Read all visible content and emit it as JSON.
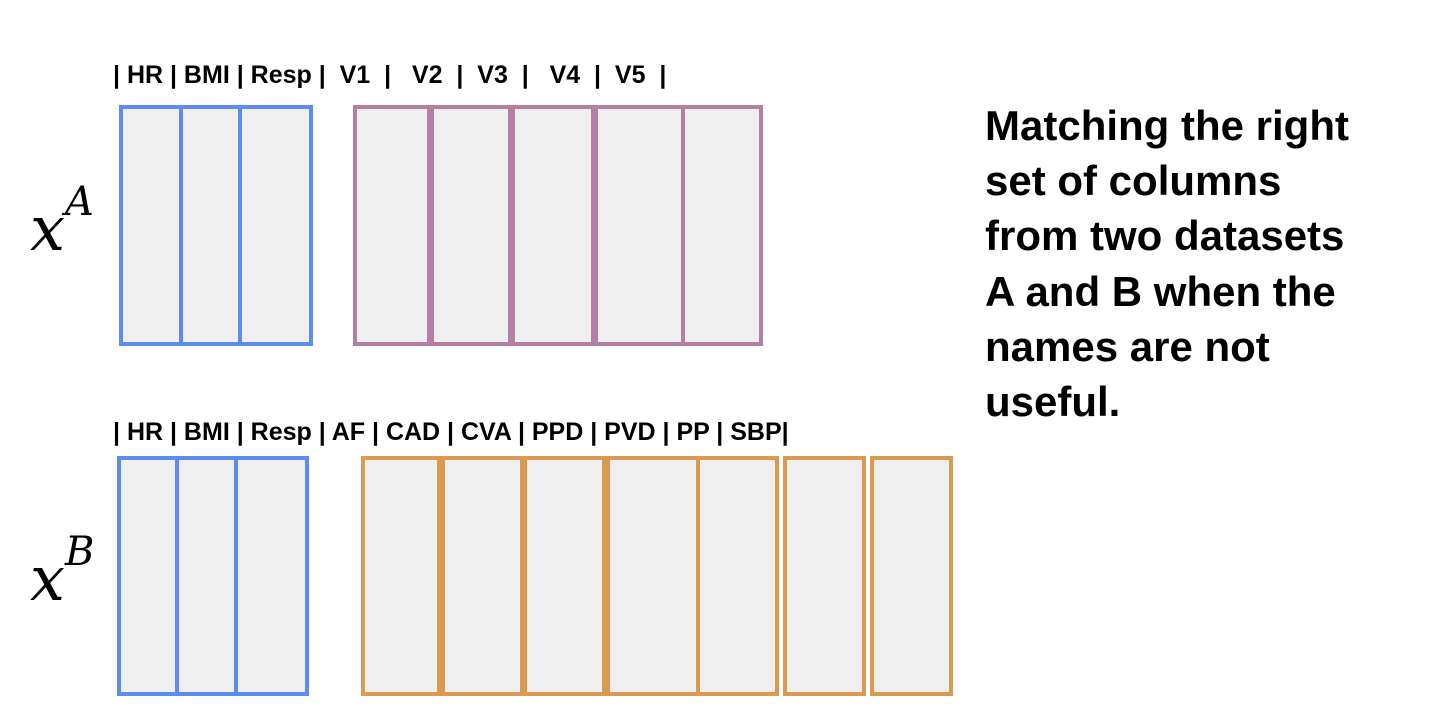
{
  "colors": {
    "shared": "#5b8def",
    "private_a": "#b57fa3",
    "private_b": "#dc9a50",
    "cell_fill": "#efefef"
  },
  "dataset_a": {
    "symbol": "x",
    "superscript": "A",
    "header": "| HR | BMI | Resp |  V1  |   V2  |  V3  |   V4  |  V5  |",
    "shared_columns": [
      "HR",
      "BMI",
      "Resp"
    ],
    "private_columns": [
      "V1",
      "V2",
      "V3",
      "V4",
      "V5"
    ]
  },
  "dataset_b": {
    "symbol": "x",
    "superscript": "B",
    "header": "| HR | BMI | Resp | AF | CAD | CVA | PPD | PVD | PP | SBP|",
    "shared_columns": [
      "HR",
      "BMI",
      "Resp"
    ],
    "private_columns": [
      "AF",
      "CAD",
      "CVA",
      "PPD",
      "PVD",
      "PP",
      "SBP"
    ]
  },
  "description": [
    "Matching the right",
    "set of columns",
    "from two datasets",
    "A and B when the",
    "names are not",
    "useful."
  ]
}
